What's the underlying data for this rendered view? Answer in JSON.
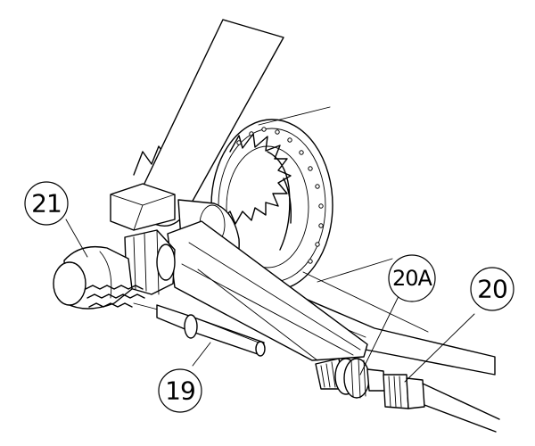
{
  "callouts": {
    "c21": "21",
    "c20a": "20A",
    "c20": "20",
    "c19": "19"
  }
}
